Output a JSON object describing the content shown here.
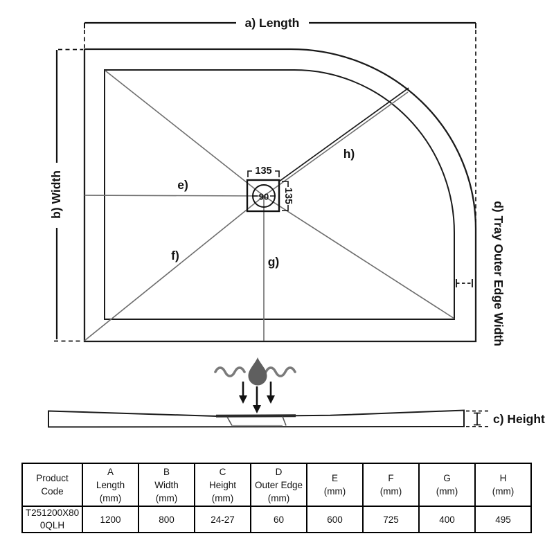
{
  "diagram": {
    "dim_labels": {
      "a": "a) Length",
      "b": "b) Width",
      "c": "c) Height",
      "d": "d) Tray Outer Edge Width"
    },
    "line_labels": {
      "e": "e)",
      "f": "f)",
      "g": "g)",
      "h": "h)"
    },
    "drain": {
      "width": "135",
      "height": "135",
      "diameter": "90"
    },
    "colors": {
      "outline": "#1a1a1a",
      "interior_line": "#6e6e6e",
      "drop": "#5f5f5f",
      "wave": "#7a7a7a",
      "arrow": "#111111"
    }
  },
  "table": {
    "header": {
      "product_code": "Product Code",
      "cols": [
        {
          "letter": "A",
          "name": "Length",
          "unit": "(mm)"
        },
        {
          "letter": "B",
          "name": "Width",
          "unit": "(mm)"
        },
        {
          "letter": "C",
          "name": "Height",
          "unit": "(mm)"
        },
        {
          "letter": "D",
          "name": "Outer Edge",
          "unit": "(mm)"
        },
        {
          "letter": "E",
          "name": "",
          "unit": "(mm)"
        },
        {
          "letter": "F",
          "name": "",
          "unit": "(mm)"
        },
        {
          "letter": "G",
          "name": "",
          "unit": "(mm)"
        },
        {
          "letter": "H",
          "name": "",
          "unit": "(mm)"
        }
      ]
    },
    "row": {
      "product_code": "T251200X800QLH",
      "values": [
        "1200",
        "800",
        "24-27",
        "60",
        "600",
        "725",
        "400",
        "495"
      ]
    }
  }
}
